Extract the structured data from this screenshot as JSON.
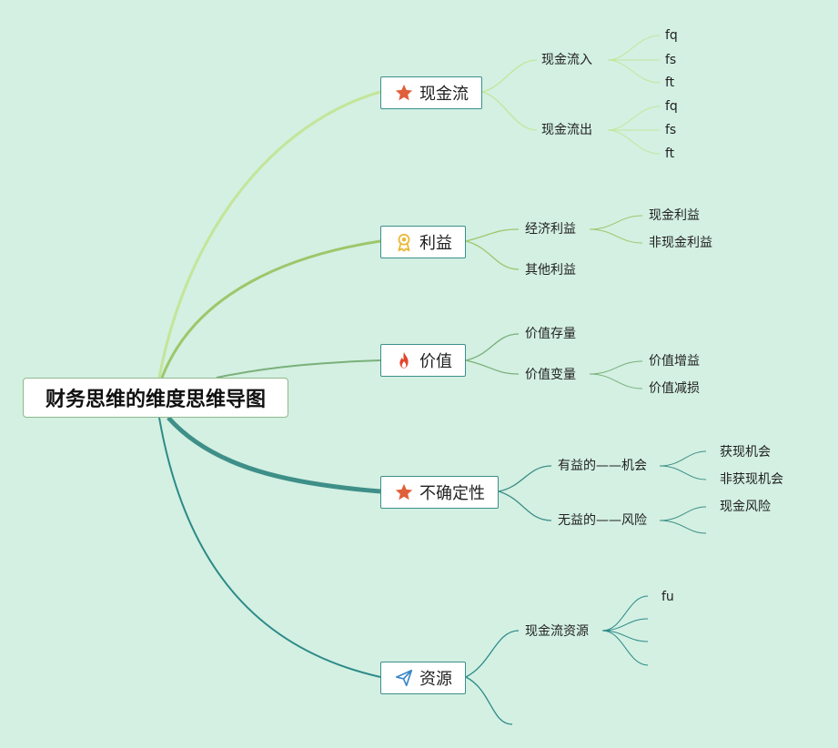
{
  "root": {
    "title": "财务思维的维度思维导图"
  },
  "branches": [
    {
      "label": "现金流",
      "icon": "star-icon",
      "children": [
        {
          "label": "现金流入",
          "children": [
            "fq",
            "fs",
            "ft"
          ]
        },
        {
          "label": "现金流出",
          "children": [
            "fq",
            "fs",
            "ft"
          ]
        }
      ]
    },
    {
      "label": "利益",
      "icon": "award-icon",
      "children": [
        {
          "label": "经济利益",
          "children": [
            "现金利益",
            "非现金利益"
          ]
        },
        {
          "label": "其他利益",
          "children": []
        }
      ]
    },
    {
      "label": "价值",
      "icon": "fire-icon",
      "children": [
        {
          "label": "价值存量",
          "children": []
        },
        {
          "label": "价值变量",
          "children": [
            "价值增益",
            "价值减损"
          ]
        }
      ]
    },
    {
      "label": "不确定性",
      "icon": "star-icon",
      "children": [
        {
          "label": "有益的——机会",
          "children": [
            "获现机会",
            "非获现机会"
          ]
        },
        {
          "label": "无益的——风险",
          "children": [
            "现金风险",
            ""
          ]
        }
      ]
    },
    {
      "label": "资源",
      "icon": "send-icon",
      "children": [
        {
          "label": "现金流资源",
          "children": [
            "fu",
            "",
            "",
            ""
          ]
        },
        {
          "label": "",
          "children": []
        }
      ]
    }
  ],
  "colors": {
    "background": "#d3f0e2",
    "star": "#e0603a",
    "award": "#e8b93a",
    "fire": "#e3442b",
    "send": "#3a86c8"
  }
}
